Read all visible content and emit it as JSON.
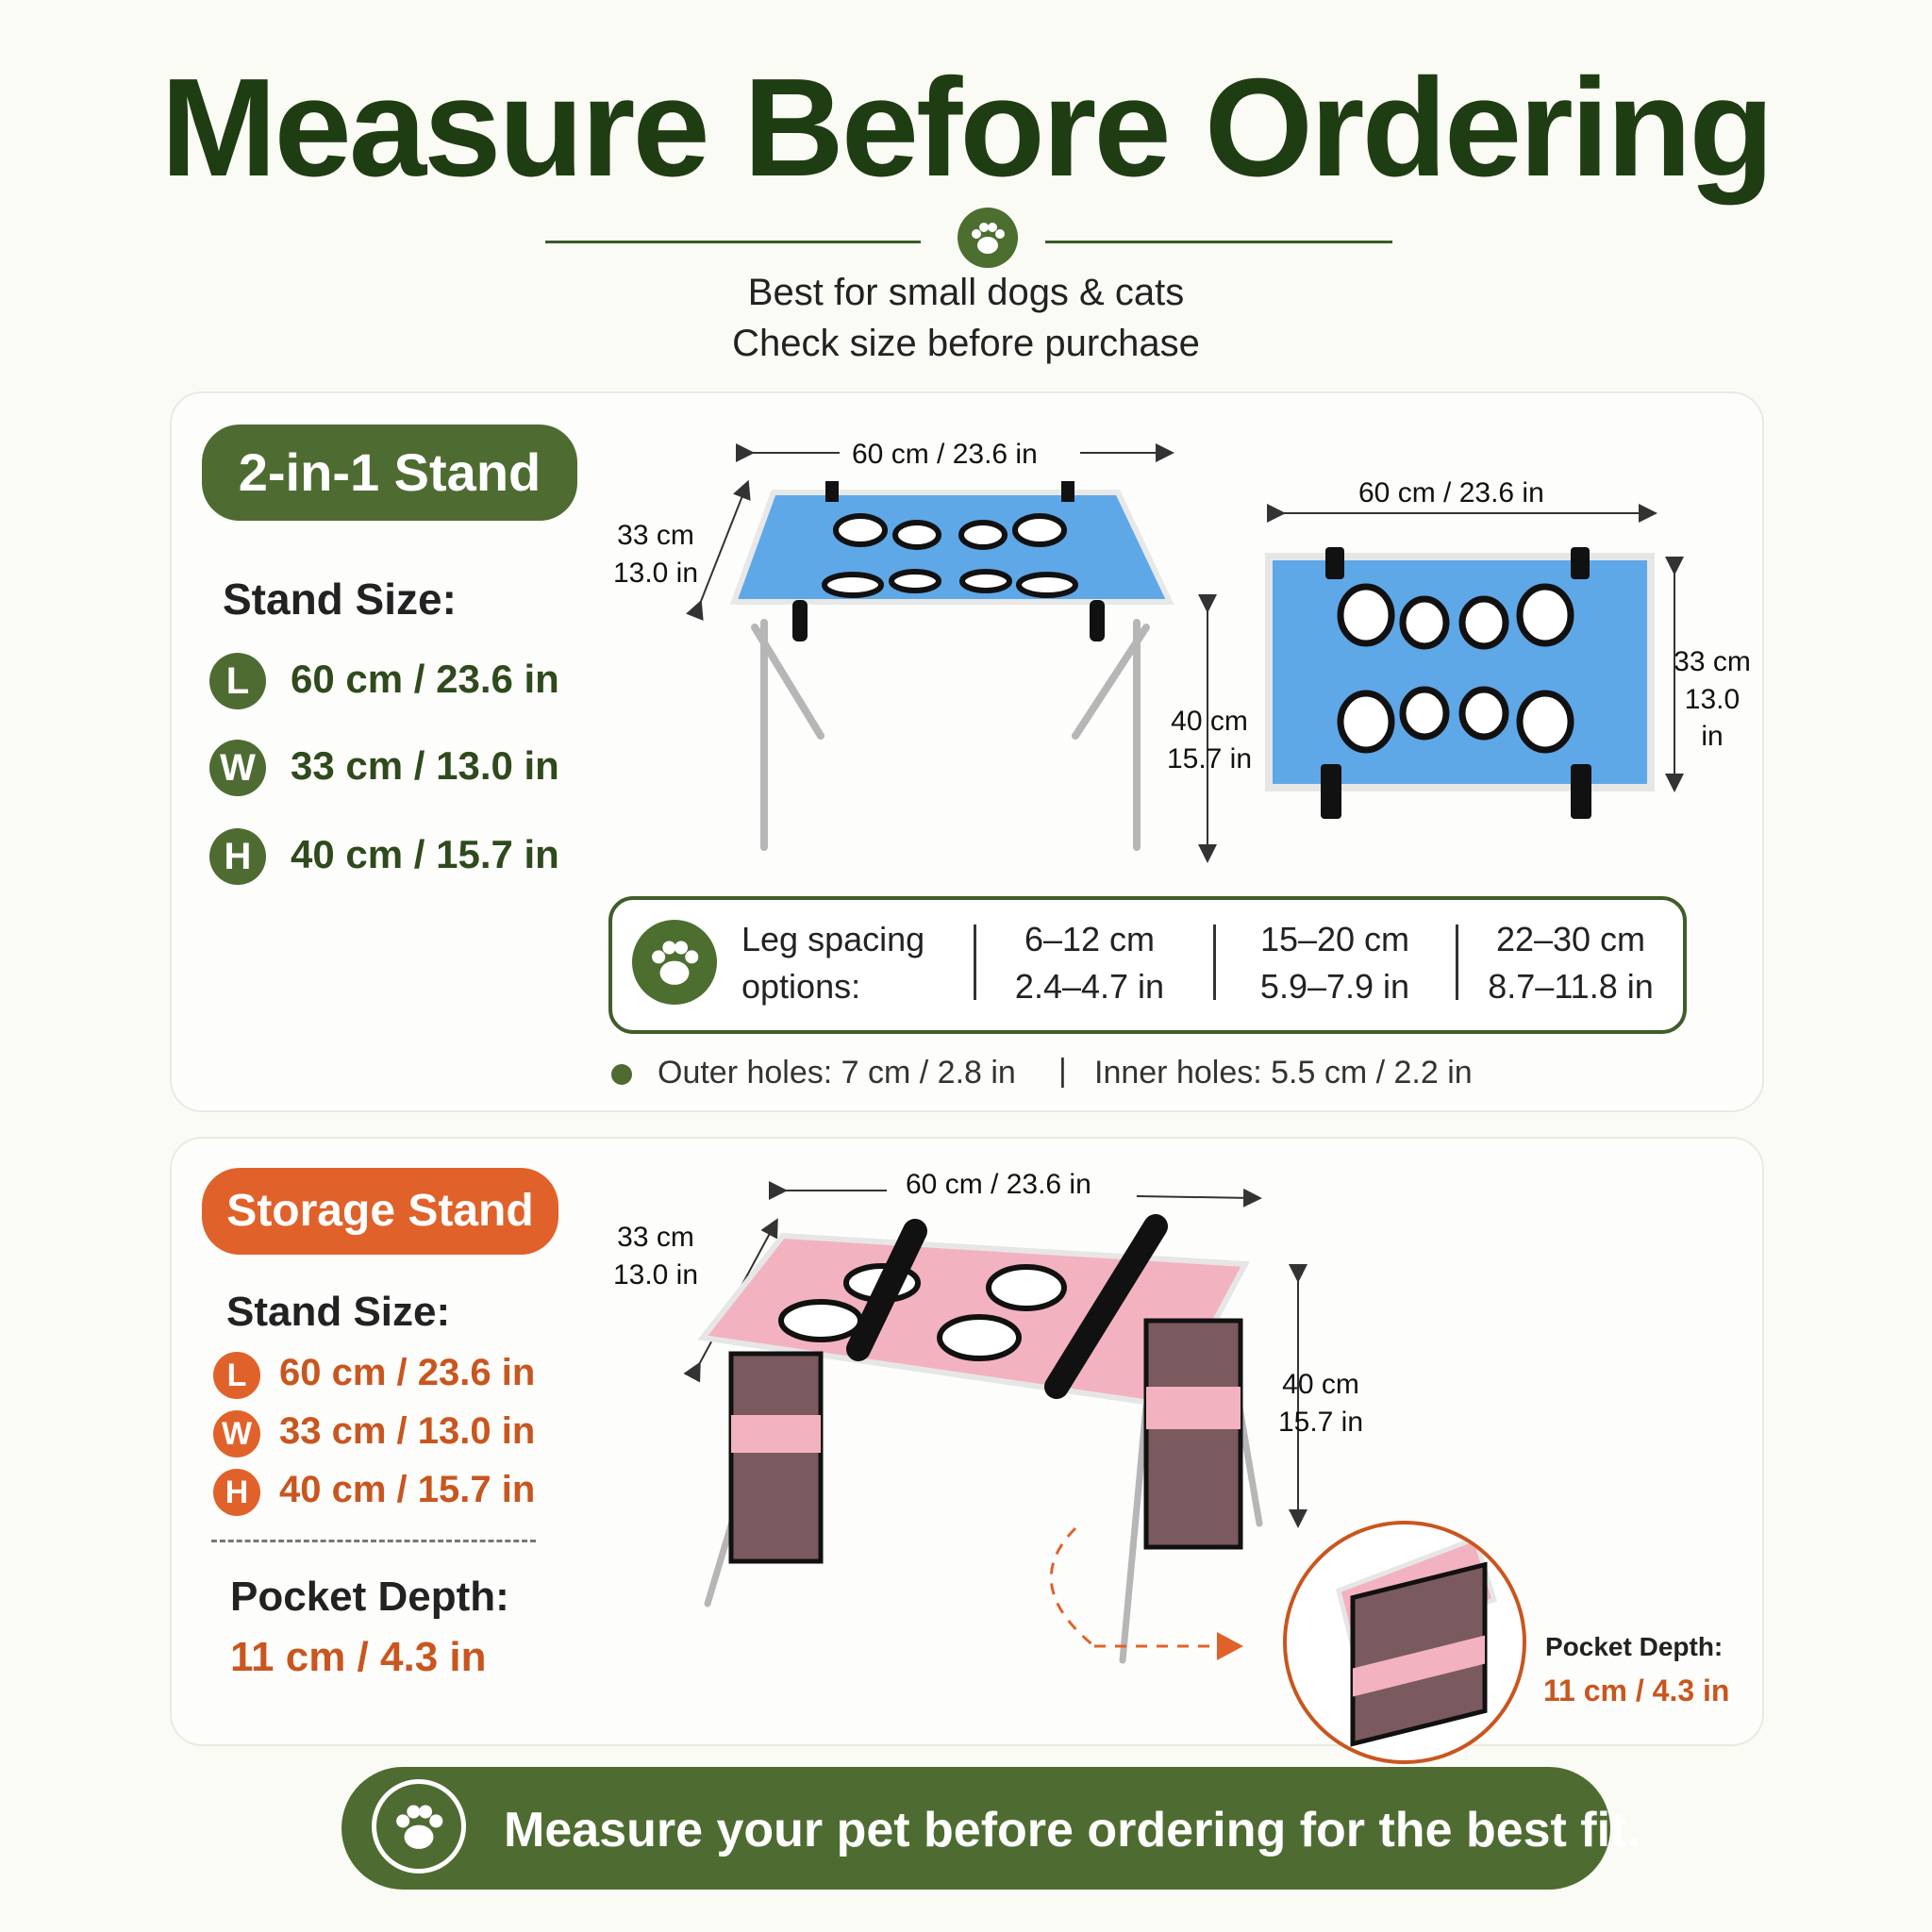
{
  "header": {
    "title": "Measure Before Ordering",
    "subtitle_line1": "Best for small dogs & cats",
    "subtitle_line2": "Check size before purchase"
  },
  "colors": {
    "green": "#4e6c31",
    "orange": "#e0622a",
    "blue": "#5ea8e8",
    "pink": "#f3b2bf"
  },
  "stand1": {
    "badge": "2-in-1 Stand",
    "size_label": "Stand Size:",
    "dims": [
      {
        "letter": "L",
        "value": "60 cm / 23.6 in"
      },
      {
        "letter": "W",
        "value": "33 cm / 13.0 in"
      },
      {
        "letter": "H",
        "value": "40 cm / 15.7 in"
      }
    ],
    "diagram": {
      "length": "60 cm / 23.6 in",
      "width_cm": "33 cm",
      "width_in": "13.0 in",
      "height_cm": "40 cm",
      "height_in": "15.7 in",
      "top_length": "60 cm / 23.6 in",
      "top_width_cm": "33 cm",
      "top_width_in": "13.0 in"
    },
    "leg_spacing": {
      "label_line1": "Leg spacing",
      "label_line2": "options:",
      "options": [
        {
          "cm": "6–12 cm",
          "in": "2.4–4.7 in"
        },
        {
          "cm": "15–20 cm",
          "in": "5.9–7.9 in"
        },
        {
          "cm": "22–30 cm",
          "in": "8.7–11.8 in"
        }
      ]
    },
    "holes": {
      "outer": "Outer holes: 7 cm / 2.8 in",
      "inner": "Inner holes: 5.5 cm / 2.2 in",
      "divider": "|"
    }
  },
  "stand2": {
    "badge": "Storage Stand",
    "size_label": "Stand Size:",
    "dims": [
      {
        "letter": "L",
        "value": "60 cm / 23.6 in"
      },
      {
        "letter": "W",
        "value": "33 cm / 13.0 in"
      },
      {
        "letter": "H",
        "value": "40 cm / 15.7 in"
      }
    ],
    "pocket_label": "Pocket Depth:",
    "pocket_value": "11 cm / 4.3 in",
    "diagram": {
      "length": "60 cm / 23.6 in",
      "width_cm": "33 cm",
      "width_in": "13.0 in",
      "height_cm": "40 cm",
      "height_in": "15.7 in",
      "pocket_label": "Pocket Depth:",
      "pocket_value": "11 cm / 4.3 in"
    }
  },
  "footer": {
    "text": "Measure your pet before ordering for the best fit."
  }
}
